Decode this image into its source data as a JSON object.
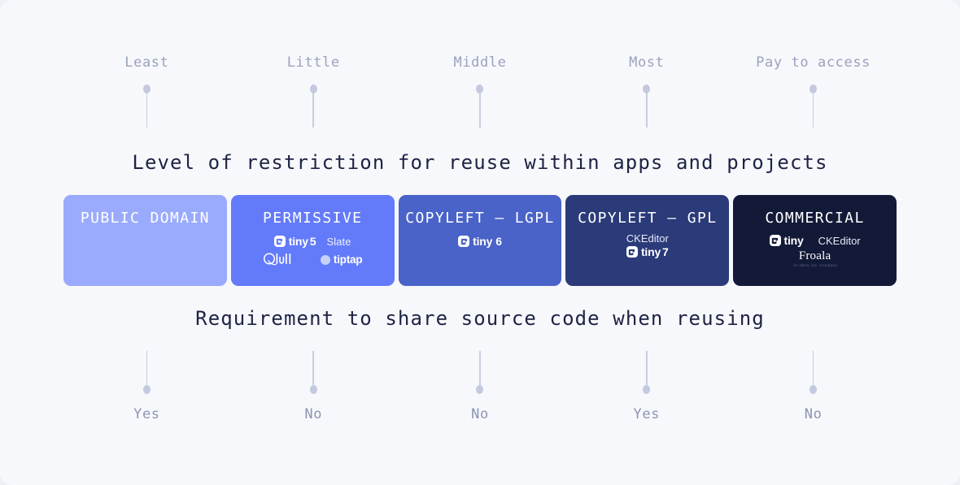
{
  "background": "#f7f8fb",
  "top_scale": {
    "labels": [
      "Least",
      "Little",
      "Middle",
      "Most",
      "Pay to access"
    ]
  },
  "heading_top": "Level of restriction for reuse within apps and projects",
  "heading_bottom": "Requirement to share source code when reusing",
  "bottom_scale": {
    "labels": [
      "Yes",
      "No",
      "No",
      "Yes",
      "No"
    ]
  },
  "cards": [
    {
      "title": "PUBLIC DOMAIN",
      "color": "#9aabfd",
      "logos": []
    },
    {
      "title": "PERMISSIVE",
      "color": "#637bfa",
      "logos": [
        "tiny5",
        "Slate",
        "Quill",
        "tiptap"
      ]
    },
    {
      "title": "COPYLEFT — LGPL",
      "color": "#4a63c8",
      "logos": [
        "tiny 6"
      ]
    },
    {
      "title": "COPYLEFT — GPL",
      "color": "#2b3a78",
      "logos": [
        "CKEditor",
        "tiny7"
      ]
    },
    {
      "title": "COMMERCIAL",
      "color": "#131a38",
      "logos": [
        "tiny",
        "CKEditor",
        "Froala"
      ]
    }
  ],
  "logos": {
    "tiny5": {
      "word": "tiny",
      "num": "5"
    },
    "tiny6": {
      "word": "tiny",
      "num": "6"
    },
    "tiny7": {
      "word": "tiny",
      "num": "7"
    },
    "tiny": {
      "word": "tiny",
      "num": ""
    },
    "slate": "Slate",
    "quill": "Quill",
    "tiptap": "tiptap",
    "ckeditor": "CKEditor",
    "froala": "Froala",
    "froala_sub": "An Idera, Inc. Company"
  }
}
